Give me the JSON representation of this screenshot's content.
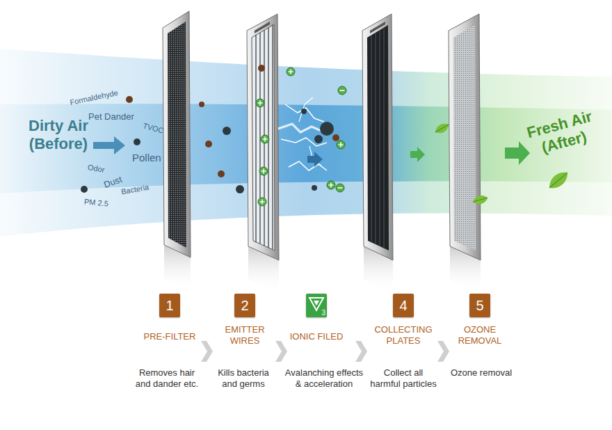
{
  "diagram": {
    "nodes": [
      {
        "text": [
          "1"
        ]
      },
      {
        "text": [
          "2"
        ]
      },
      {
        "text": [
          "3"
        ]
      },
      {
        "text": [
          "4"
        ]
      },
      {
        "text": [
          "5"
        ]
      }
    ],
    "labels": [
      "Dirty Air (Before)",
      "Formaldehyde",
      "Pet Dander",
      "TVOC",
      "Pollen",
      "Odor",
      "Dust",
      "Bacteria",
      "PM 2.5",
      "Fresh Air (After)",
      "PRE-FILTER",
      "Removes hair and dander etc.",
      "EMITTER WIRES",
      "Kills bacteria and germs",
      "IONIC FILED",
      "Avalanching effects & acceleration",
      "COLLECTING PLATES",
      "Collect all harmful particles",
      "OZONE REMOVAL",
      "Ozone removal"
    ]
  }
}
